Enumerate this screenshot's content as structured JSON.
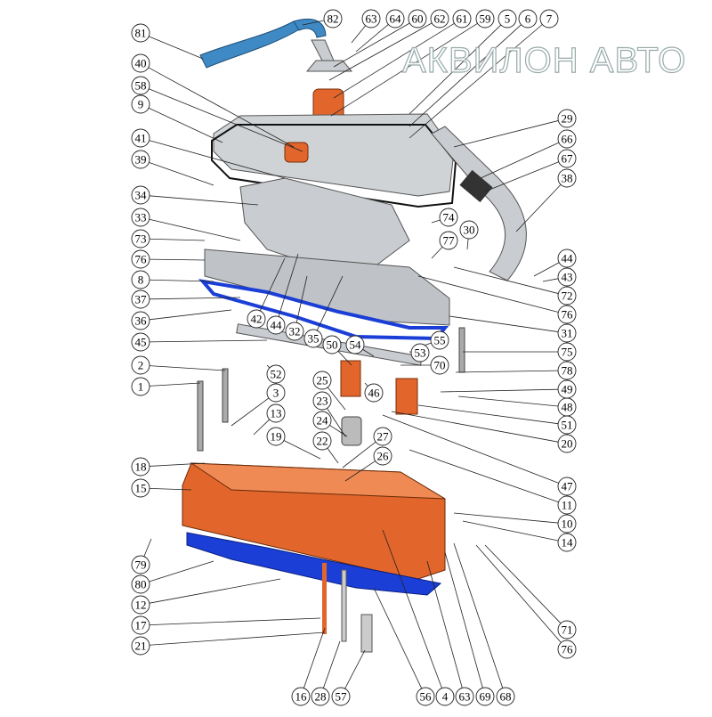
{
  "title": "Cylinder head exploded view",
  "watermark": "АКВИЛОН АВТО",
  "colors": {
    "head": "#e2662c",
    "gasket": "#1b3fd6",
    "hose": "#3f8ac4",
    "metal": "#c9ccd0",
    "line": "#222222"
  },
  "callouts": [
    "81",
    "82",
    "63",
    "64",
    "60",
    "62",
    "61",
    "59",
    "5",
    "6",
    "7",
    "40",
    "58",
    "9",
    "41",
    "39",
    "34",
    "33",
    "73",
    "76",
    "8",
    "37",
    "36",
    "45",
    "2",
    "1",
    "18",
    "15",
    "79",
    "80",
    "12",
    "17",
    "21",
    "29",
    "66",
    "67",
    "38",
    "44",
    "43",
    "72",
    "76",
    "31",
    "75",
    "78",
    "49",
    "48",
    "51",
    "20",
    "47",
    "11",
    "10",
    "14",
    "71",
    "76",
    "74",
    "30",
    "77",
    "42",
    "44",
    "32",
    "35",
    "50",
    "54",
    "55",
    "53",
    "70",
    "52",
    "25",
    "46",
    "23",
    "3",
    "13",
    "24",
    "19",
    "22",
    "27",
    "26",
    "16",
    "28",
    "57",
    "56",
    "4",
    "63",
    "69",
    "68"
  ]
}
